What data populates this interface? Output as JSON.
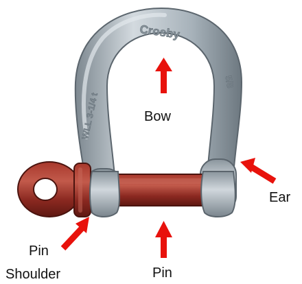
{
  "diagram": {
    "labels": {
      "bow": "Bow",
      "ear": "Ear",
      "pin_shoulder_line1": "Pin",
      "pin_shoulder_line2": "Shoulder",
      "pin": "Pin"
    },
    "markings": {
      "brand": "Crosby",
      "wll": "WLL 3-1/4 t",
      "size": "5/8"
    },
    "colors": {
      "arrow": "#e8120c",
      "shackle_body": "#aeb8c0",
      "shackle_shadow": "#6f7b85",
      "shackle_highlight": "#d9e0e5",
      "pin_body": "#8e2a22",
      "pin_highlight": "#b94a3c"
    }
  }
}
